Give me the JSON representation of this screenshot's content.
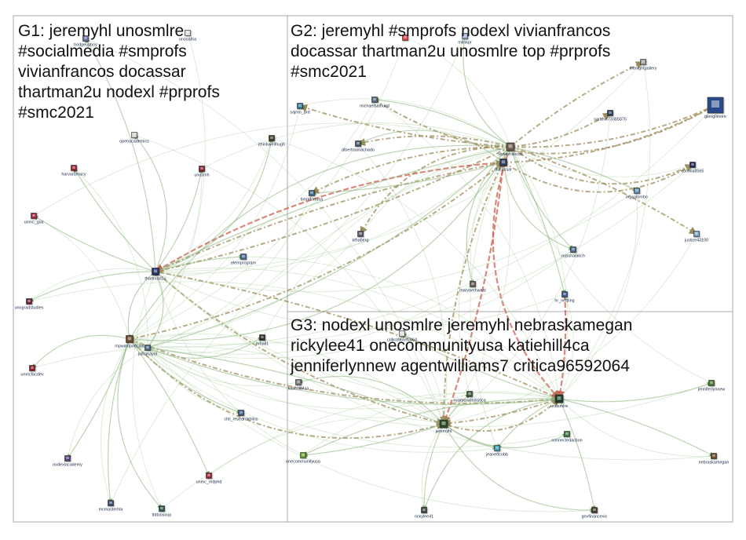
{
  "graph": {
    "groups": [
      {
        "id": "G1",
        "title_lines": [
          "G1: jeremyhl unosmlre",
          "#socialmedia #smprofs",
          "vivianfrancos docassar",
          "thartman2u nodexl #prprofs",
          "#smc2021"
        ]
      },
      {
        "id": "G2",
        "title_lines": [
          "G2: jeremyhl #smprofs nodexl vivianfrancos",
          "docassar thartman2u unosmlre top #prprofs",
          "#smc2021"
        ]
      },
      {
        "id": "G3",
        "title_lines": [
          "G3: nodexl unosmlre jeremyhl nebraskamegan",
          "rickylee41 onecommunityusa katiehill4ca",
          "jenniferlynnew agentwilliams7 critica96592064"
        ]
      }
    ],
    "nodes": [
      {
        "id": "thartman2u",
        "label": "thartman2u",
        "color": "#2b2f6b"
      },
      {
        "id": "mpwindpodcast",
        "label": "mpwindpodcast",
        "color": "#6b4a2a"
      },
      {
        "id": "juliomayol",
        "label": "juliomayol",
        "color": "#4a6a8a"
      },
      {
        "id": "unmc_gsa",
        "label": "unmc_gsa",
        "color": "#a02040"
      },
      {
        "id": "unogradstudies",
        "label": "unogradstudies",
        "color": "#6a1a3a"
      },
      {
        "id": "unmcfacdev",
        "label": "unmcfacdev",
        "color": "#8a1a2a"
      },
      {
        "id": "nodexlacademy",
        "label": "nodexlacademy",
        "color": "#5a3a7a"
      },
      {
        "id": "mcmasterhla",
        "label": "mcmasterhla",
        "color": "#3a4a6a"
      },
      {
        "id": "tbtbiosoup",
        "label": "tbtbiosoup",
        "color": "#2a5a4a"
      },
      {
        "id": "unmc_mdphd",
        "label": "unmc_mdphd",
        "color": "#9a2030"
      },
      {
        "id": "chil_researchhlins",
        "label": "chil_researchhlins",
        "color": "#3a5a8a"
      },
      {
        "id": "erhall1",
        "label": "erhall1",
        "color": "#2a2a2a"
      },
      {
        "id": "elemprogram",
        "label": "elemprogram",
        "color": "#4a6a9a"
      },
      {
        "id": "openacademics",
        "label": "openacademics",
        "color": "#d0d0d0"
      },
      {
        "id": "harvardmacy",
        "label": "harvardmacy",
        "color": "#a01a2a"
      },
      {
        "id": "unosmh",
        "label": "unosmh",
        "color": "#8a1a2a"
      },
      {
        "id": "ithinkwellhugh",
        "label": "ithinkwellhugh",
        "color": "#3a3a2a"
      },
      {
        "id": "hodgeupboy",
        "label": "hodgeupboy",
        "color": "#6a6a9a"
      },
      {
        "id": "unosafria",
        "label": "unosafria",
        "color": "#dddddd"
      },
      {
        "id": "sajmo_prd",
        "label": "sajmo_prd",
        "color": "#2a7a9a"
      },
      {
        "id": "michaelbathurst",
        "label": "michaelbathurst",
        "color": "#5a6a7a"
      },
      {
        "id": "albertoamachado",
        "label": "albertoamachado",
        "color": "#4a5a6a"
      },
      {
        "id": "timmforrusa",
        "label": "timmforrusa",
        "color": "#3a6a8a"
      },
      {
        "id": "kthaberg",
        "label": "kthaberg",
        "color": "#5a5a6a"
      },
      {
        "id": "vivianfrancos",
        "label": "vivianfrancos",
        "color": "#6a5a4a"
      },
      {
        "id": "docassar",
        "label": "docassar",
        "color": "#2a3a5a"
      },
      {
        "id": "mlinkpr",
        "label": "mlinkpr",
        "color": "#9ab0d0"
      },
      {
        "id": "youtube",
        "label": "",
        "color": "#e04040"
      },
      {
        "id": "thenightgallery",
        "label": "thenightgallery",
        "color": "#9a9a9a"
      },
      {
        "id": "sarahvt73385875",
        "label": "sarahvt73385875",
        "color": "#2a3a5a"
      },
      {
        "id": "glenglimore",
        "label": "glenglimore",
        "color": "#2a4a8a"
      },
      {
        "id": "cocolia8565",
        "label": "cocolia8565",
        "color": "#1a2a5a"
      },
      {
        "id": "ingcolombo",
        "label": "ingcolombo",
        "color": "#5a8ab0"
      },
      {
        "id": "justice43100",
        "label": "justice43100",
        "color": "#7aa0c0"
      },
      {
        "id": "mjsshalakch",
        "label": "mjsshalakch",
        "color": "#4a6a8a"
      },
      {
        "id": "marybethwest",
        "label": "marybethwest",
        "color": "#6a5a5a"
      },
      {
        "id": "hr_nettling",
        "label": "hr_nettling",
        "color": "#3a5a8a"
      },
      {
        "id": "critica96592064",
        "label": "critica96592064",
        "color": "#dddddd"
      },
      {
        "id": "katiehill4ca",
        "label": "katiehill4ca",
        "color": "#7a7a7a"
      },
      {
        "id": "nyamorwholistica",
        "label": "nyamorwholistica",
        "color": "#3a5a3a"
      },
      {
        "id": "unosmlre",
        "label": "unosmlre",
        "color": "#1a3a2a"
      },
      {
        "id": "jeremyhl",
        "label": "jeremyhl",
        "color": "#2a4a2a"
      },
      {
        "id": "connectedaction",
        "label": "connectedaction",
        "color": "#3a7a3a"
      },
      {
        "id": "jeanettcobb",
        "label": "jeanettcobb",
        "color": "#3a9ab0"
      },
      {
        "id": "onecommunityusa",
        "label": "onecommunityusa",
        "color": "#6aa02a"
      },
      {
        "id": "rickylee41",
        "label": "rickylee41",
        "color": "#3a4a3a"
      },
      {
        "id": "govfinancevic",
        "label": "govfinancevic",
        "color": "#4a3a2a"
      },
      {
        "id": "jenniferlynnew",
        "label": "jenniferlynnew",
        "color": "#4a7a2a"
      },
      {
        "id": "nebraskamegan",
        "label": "nebraskamegan",
        "color": "#6a4a2a"
      }
    ],
    "edges": [
      [
        "vivianfrancos",
        "thartman2u",
        "tan"
      ],
      [
        "docassar",
        "thartman2u",
        "red"
      ],
      [
        "vivianfrancos",
        "mpwindpodcast",
        "green"
      ],
      [
        "thartman2u",
        "docassar",
        "tan"
      ],
      [
        "thartman2u",
        "jeremyhl",
        "tan"
      ],
      [
        "mpwindpodcast",
        "jeremyhl",
        "tan"
      ],
      [
        "thartman2u",
        "unosmlre",
        "tan"
      ],
      [
        "mpwindpodcast",
        "unosmlre",
        "tan"
      ],
      [
        "vivianfrancos",
        "unosmlre",
        "red"
      ],
      [
        "docassar",
        "jeremyhl",
        "red"
      ],
      [
        "vivianfrancos",
        "jeremyhl",
        "tan"
      ],
      [
        "jeremyhl",
        "unosmlre",
        "tan"
      ],
      [
        "unosmlre",
        "jeremyhl",
        "tan"
      ],
      [
        "vivianfrancos",
        "glenglimore",
        "tan"
      ],
      [
        "vivianfrancos",
        "cocolia8565",
        "tan"
      ],
      [
        "vivianfrancos",
        "sajmo_prd",
        "tan"
      ],
      [
        "vivianfrancos",
        "albertoamachado",
        "tan"
      ],
      [
        "vivianfrancos",
        "kthaberg",
        "tan"
      ],
      [
        "vivianfrancos",
        "justice43100",
        "tan"
      ],
      [
        "vivianfrancos",
        "sarahvt73385875",
        "tan"
      ],
      [
        "docassar",
        "albertoamachado",
        "green"
      ],
      [
        "docassar",
        "timmforrusa",
        "green"
      ],
      [
        "vivianfrancos",
        "timmforrusa",
        "tan"
      ],
      [
        "thartman2u",
        "mpwindpodcast",
        "green"
      ],
      [
        "unosmlre",
        "nebraskamegan",
        "green"
      ],
      [
        "unosmlre",
        "onecommunityusa",
        "green"
      ],
      [
        "unosmlre",
        "rickylee41",
        "green"
      ],
      [
        "unosmlre",
        "govfinancevic",
        "green"
      ],
      [
        "unosmlre",
        "jenniferlynnew",
        "green"
      ],
      [
        "jeremyhl",
        "katiehill4ca",
        "green"
      ],
      [
        "jeremyhl",
        "nyamorwholistica",
        "green"
      ],
      [
        "unosmlre",
        "jeanettcobb",
        "green"
      ],
      [
        "jeremyhl",
        "connectedaction",
        "green"
      ],
      [
        "jeremyhl",
        "onecommunityusa",
        "green"
      ],
      [
        "jeremyhl",
        "rickylee41",
        "green"
      ],
      [
        "jeremyhl",
        "govfinancevic",
        "green"
      ],
      [
        "thartman2u",
        "unmc_gsa",
        "green"
      ],
      [
        "thartman2u",
        "unogradstudies",
        "green"
      ],
      [
        "thartman2u",
        "openacademics",
        "green"
      ],
      [
        "thartman2u",
        "harvardmacy",
        "green"
      ],
      [
        "thartman2u",
        "unosmh",
        "green"
      ],
      [
        "thartman2u",
        "ithinkwellhugh",
        "green"
      ],
      [
        "thartman2u",
        "elemprogram",
        "green"
      ],
      [
        "thartman2u",
        "hodgeupboy",
        "green"
      ],
      [
        "mpwindpodcast",
        "unmcfacdev",
        "green"
      ],
      [
        "mpwindpodcast",
        "nodexlacademy",
        "green"
      ],
      [
        "mpwindpodcast",
        "mcmasterhla",
        "green"
      ],
      [
        "mpwindpodcast",
        "tbtbiosoup",
        "green"
      ],
      [
        "mpwindpodcast",
        "unmc_mdphd",
        "green"
      ],
      [
        "mpwindpodcast",
        "chil_researchhlins",
        "green"
      ],
      [
        "mpwindpodcast",
        "erhall1",
        "green"
      ],
      [
        "juliomayol",
        "jeremyhl",
        "green"
      ],
      [
        "juliomayol",
        "unosmlre",
        "green"
      ],
      [
        "juliomayol",
        "thartman2u",
        "green"
      ],
      [
        "vivianfrancos",
        "ingcolombo",
        "green"
      ],
      [
        "vivianfrancos",
        "mjsshalakch",
        "green"
      ],
      [
        "vivianfrancos",
        "marybethwest",
        "green"
      ],
      [
        "vivianfrancos",
        "hr_nettling",
        "green"
      ],
      [
        "vivianfrancos",
        "michaelbathurst",
        "green"
      ],
      [
        "docassar",
        "mjsshalakch",
        "green"
      ],
      [
        "vivianfrancos",
        "thenightgallery",
        "tan"
      ],
      [
        "docassar",
        "glenglimore",
        "tan"
      ],
      [
        "michaelbathurst",
        "glenglimore",
        "tan"
      ],
      [
        "unosmlre",
        "critica96592064",
        "green"
      ],
      [
        "jeremyhl",
        "jeanettcobb",
        "green"
      ],
      [
        "mpwindpodcast",
        "vivianfrancos",
        "green"
      ],
      [
        "thartman2u",
        "vivianfrancos",
        "green"
      ],
      [
        "mpwindpodcast",
        "docassar",
        "tan"
      ],
      [
        "mlinkpr",
        "vivianfrancos",
        "green"
      ],
      [
        "hr_nettling",
        "unosmlre",
        "red"
      ],
      [
        "juliomayol",
        "vivianfrancos",
        "green"
      ],
      [
        "docassar",
        "cocolia8565",
        "tan"
      ]
    ]
  }
}
